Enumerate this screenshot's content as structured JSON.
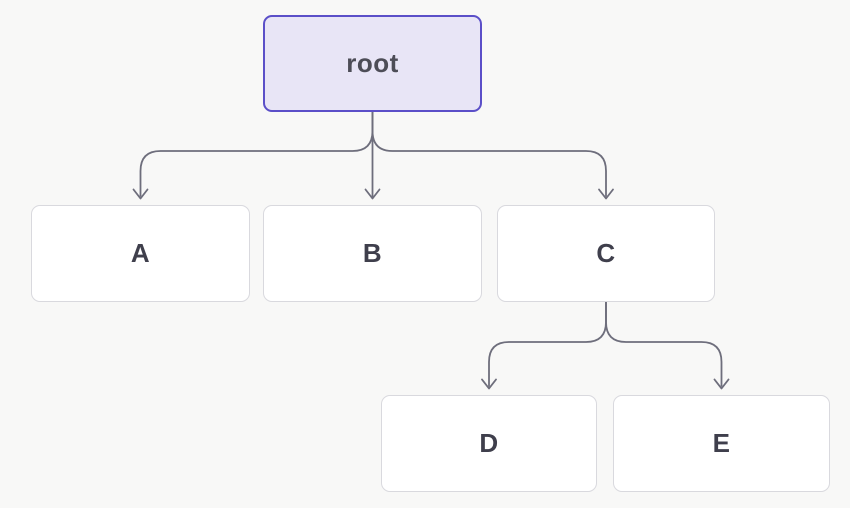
{
  "diagram": {
    "kind": "tree",
    "direction": "top-down"
  },
  "nodes": [
    {
      "id": "root",
      "label": "root",
      "role": "root"
    },
    {
      "id": "A",
      "label": "A",
      "role": "child"
    },
    {
      "id": "B",
      "label": "B",
      "role": "child"
    },
    {
      "id": "C",
      "label": "C",
      "role": "child"
    },
    {
      "id": "D",
      "label": "D",
      "role": "child"
    },
    {
      "id": "E",
      "label": "E",
      "role": "child"
    }
  ],
  "edges": [
    {
      "from": "root",
      "to": "A"
    },
    {
      "from": "root",
      "to": "B"
    },
    {
      "from": "root",
      "to": "C"
    },
    {
      "from": "C",
      "to": "D"
    },
    {
      "from": "C",
      "to": "E"
    }
  ],
  "colors": {
    "background": "#f8f8f7",
    "node_fill": "#ffffff",
    "node_border": "#d9d9de",
    "root_fill": "#e8e5f6",
    "root_border": "#5b4fc8",
    "edge_stroke": "#6e6e7c",
    "label_text": "#3f3f4c"
  }
}
